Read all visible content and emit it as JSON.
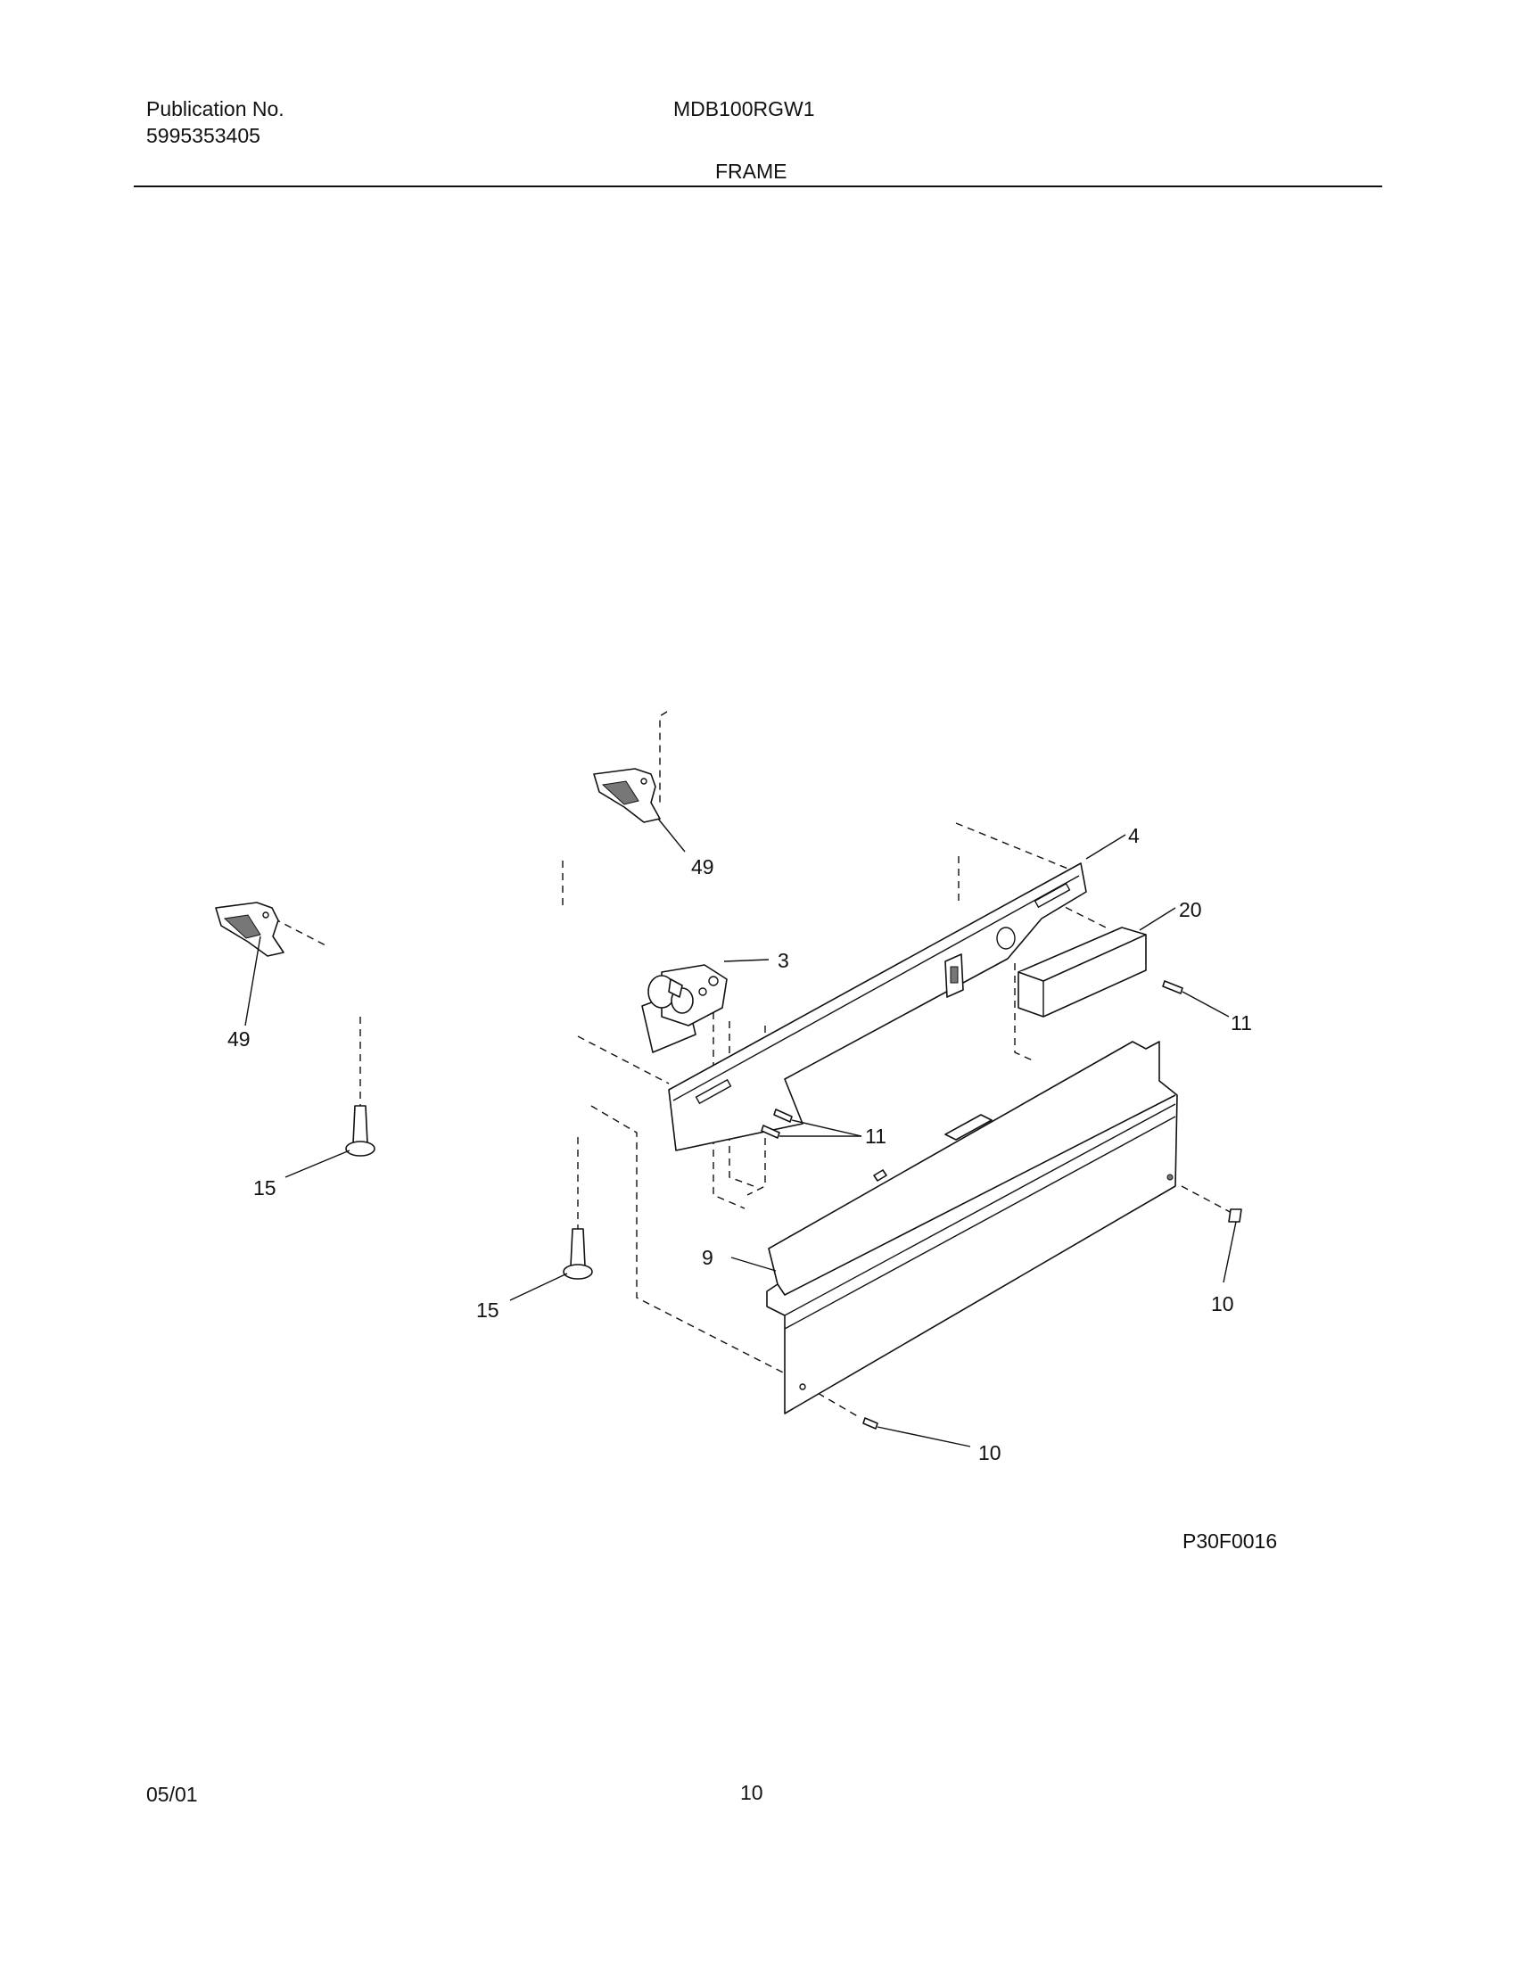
{
  "header": {
    "publication_label": "Publication No.",
    "publication_number": "5995353405",
    "model": "MDB100RGW1",
    "section_title": "FRAME"
  },
  "callouts": {
    "leveling_leg_upper": "49",
    "leveling_leg_left": "49",
    "valve": "3",
    "brace": "4",
    "box": "20",
    "screw_right": "11",
    "screw_center": "11",
    "screw_left": "15",
    "screw_middle": "15",
    "toe_panel": "9",
    "screw_toe_right": "10",
    "screw_toe_bottom": "10"
  },
  "figure_code": "P30F0016",
  "footer": {
    "date": "05/01",
    "page": "10"
  }
}
